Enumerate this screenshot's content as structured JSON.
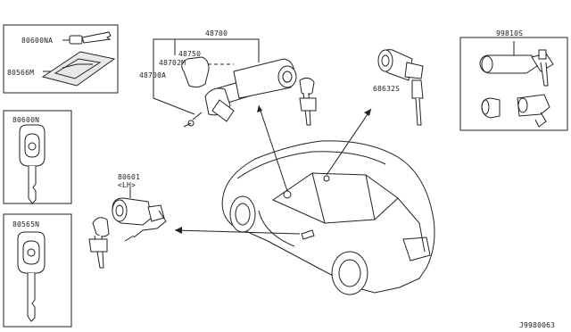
{
  "labels": {
    "key_blank_na": "80600NA",
    "key_plate": "80566M",
    "key_80600n": "80600N",
    "key_80565n": "80565N",
    "steering_lock": "48700",
    "part_48750": "48750",
    "part_48702m": "48702M",
    "part_48700a": "48700A",
    "door_cyl_code": "80601",
    "door_cyl_side": "<LH>",
    "trunk_cyl": "68632S",
    "lock_set": "99810S",
    "diagram_id": "J9980063"
  }
}
